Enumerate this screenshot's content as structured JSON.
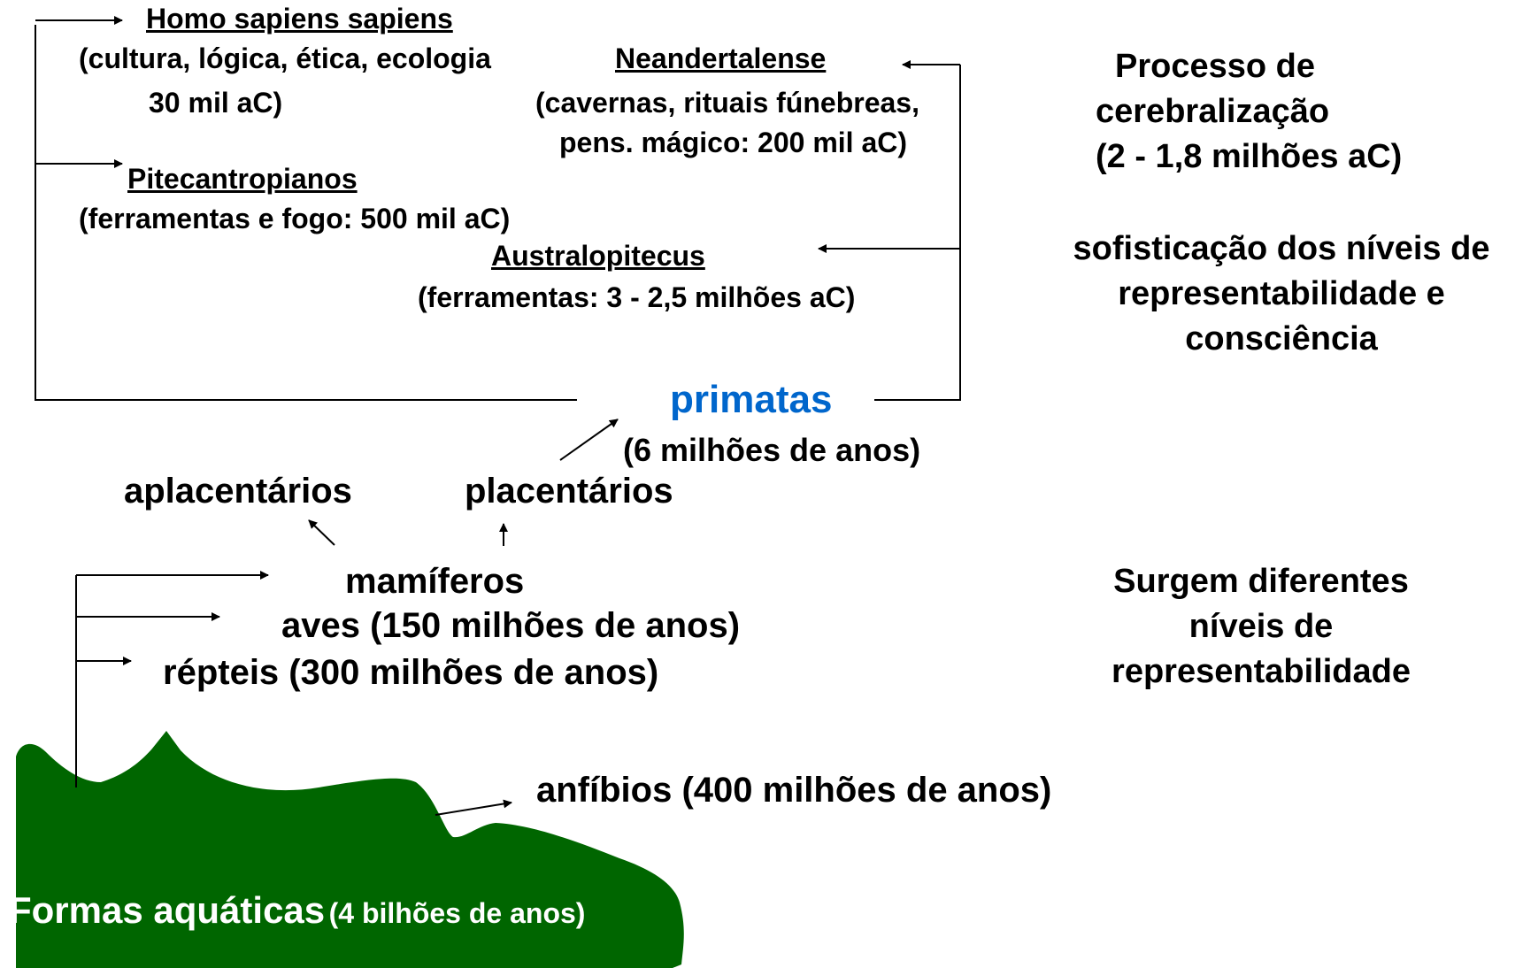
{
  "colors": {
    "accent": "#0066CC",
    "water": "#006600",
    "text": "#000000",
    "water_text": "#ffffff"
  },
  "human_lineage": {
    "homo_sapiens": {
      "name": "Homo  sapiens sapiens",
      "line1": "(cultura, lógica, ética, ecologia",
      "line2": "30 mil aC)"
    },
    "neandertalense": {
      "name": "Neandertalense",
      "line1": "(cavernas, rituais fúnebreas,",
      "line2": "pens. mágico: 200 mil aC)"
    },
    "pitecantropianos": {
      "name": "Pitecantropianos",
      "detail": "(ferramentas e fogo: 500 mil aC)"
    },
    "australopitecus": {
      "name": "Australopitecus",
      "detail": "(ferramentas: 3 - 2,5 milhões aC)"
    }
  },
  "primatas": {
    "name": "primatas",
    "detail": "(6 milhões de anos)"
  },
  "mammal_branches": {
    "aplacentarios": "aplacentários",
    "placentarios": "placentários"
  },
  "vertebrates": {
    "mamiferos": "mamíferos",
    "aves": "aves (150 milhões de anos)",
    "repteis": "répteis (300 milhões de anos)",
    "anfibios": "anfíbios (400 milhões de anos)"
  },
  "aquatic": {
    "label": "Formas aquáticas",
    "detail": "(4 bilhões de anos)"
  },
  "notes": {
    "cerebralizacao": {
      "line1": "Processo  de",
      "line2": "cerebralização",
      "line3": "(2 - 1,8 milhões aC)"
    },
    "sofisticacao": {
      "line1": "sofisticação dos níveis de",
      "line2": "representabilidade   e",
      "line3": "consciência"
    },
    "surgem": {
      "line1": "Surgem  diferentes",
      "line2": "níveis  de",
      "line3": "representabilidade"
    }
  }
}
